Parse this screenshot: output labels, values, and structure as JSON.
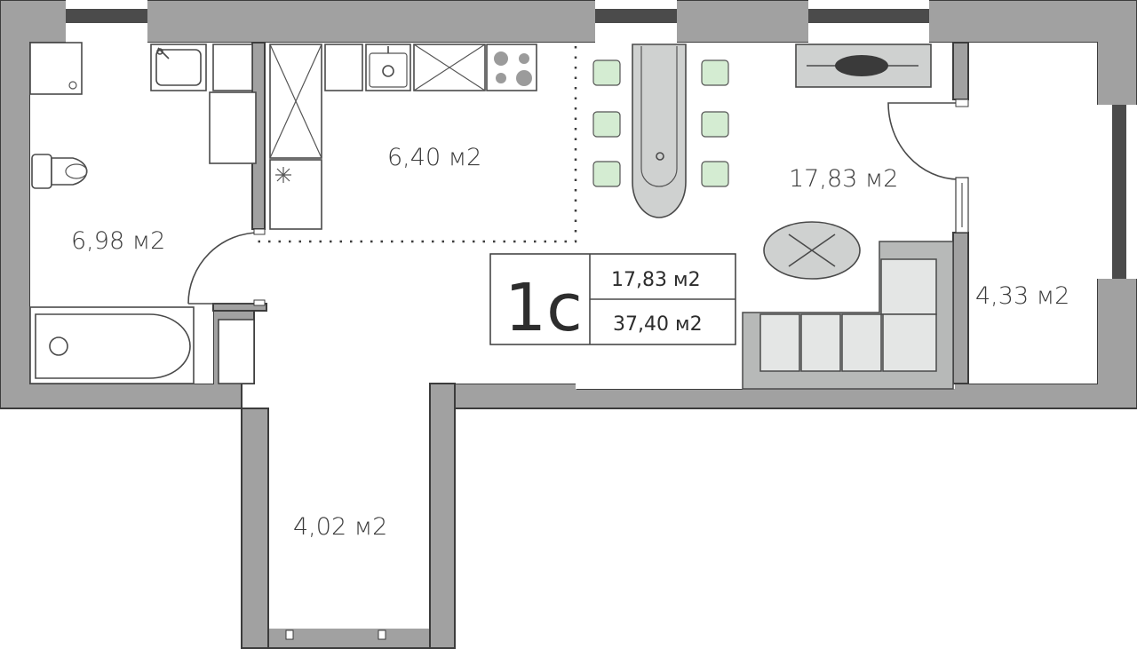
{
  "plan": {
    "rooms": [
      {
        "id": "bathroom",
        "area": "6,98 м2"
      },
      {
        "id": "kitchen",
        "area": "6,40 м2"
      },
      {
        "id": "living",
        "area": "17,83 м2"
      },
      {
        "id": "balcony",
        "area": "4,33 м2"
      },
      {
        "id": "hall",
        "area": "4,02 м2"
      }
    ]
  },
  "badge": {
    "type": "1с",
    "living_area": "17,83 м2",
    "total_area": "37,40 м2"
  },
  "colors": {
    "wall": "#a1a1a1",
    "chair": "#d4ecd2",
    "window": "#4b4b4b"
  }
}
